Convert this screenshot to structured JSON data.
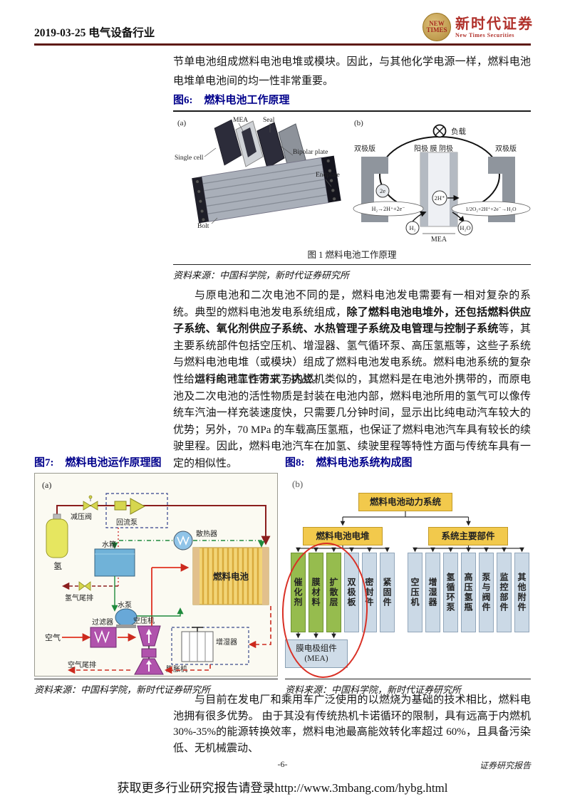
{
  "header": {
    "date_industry": "2019-03-25 电气设备行业",
    "logo": {
      "seal_top": "NEW",
      "seal_bottom": "TIMES",
      "brand_cn": "新时代证券",
      "brand_en": "New Times Securities"
    }
  },
  "body": {
    "p1": "节单电池组成燃料电池电堆或模块。因此，与其他化学电源一样，燃料电池电堆单电池间的均一性非常重要。",
    "p2_pre": "与原电池和二次电池不同的是，燃料电池发电需要有一相对复杂的系统。典型的燃料电池发电系统组成，",
    "p2_bold": "除了燃料电池电堆外，还包括燃料供应子系统、氧化剂供应子系统、水热管理子系统及电管理与控制子系统",
    "p2_post": "等，其主要系统部件包括空压机、增湿器、氢气循环泵、高压氢瓶等，这些子系统与燃料电池电堆（或模块）组成了燃料电池发电系统。燃料电池系统的复杂性给运行的可靠性带来了挑战。",
    "p3": "燃料电池工作方式与内燃机类似的，其燃料是在电池外携带的，而原电池及二次电池的活性物质是封装在电池内部，燃料电池所用的氢气可以像传统车汽油一样充装速度快，只需要几分钟时间，显示出比纯电动汽车较大的优势；另外，70 MPa 的车载高压氢瓶，也保证了燃料电池汽车具有较长的续驶里程。因此，燃料电池汽车在加氢、续驶里程等特性方面与传统车具有一定的相似性。",
    "p4": "与目前在发电厂和乘用车广泛使用的以燃烧为基础的技术相比，燃料电池拥有很多优势。 由于其没有传统热机卡诺循环的限制，具有远高于内燃机 30%-35%的能源转换效率，燃料电池最高能效转化率超过 60%，且具备污染低、无机械震动、"
  },
  "figure6": {
    "num": "图6:",
    "title": "燃料电池工作原理",
    "caption": "图 1  燃料电池工作原理",
    "source": "资料来源：中国科学院，新时代证券研究所",
    "panel_a": {
      "tag": "(a)",
      "mea": "MEA",
      "seal": "Seal",
      "single_cell": "Single cell",
      "bipolar_plate": "Bipolar plate",
      "endplate": "Endplate",
      "bolt": "Bolt"
    },
    "panel_b": {
      "tag": "(b)",
      "load": "负载",
      "bipolar_left": "双极版",
      "electrodes": "阳极 膜 阴极",
      "bipolar_right": "双极版",
      "e2": "2e",
      "h2plus": "2H⁺",
      "reaction_left": "H₂→2H⁺+2e⁻",
      "reaction_right": "1/2O₂+2H⁺+2e⁻→H₂O",
      "h2": "H₂",
      "h2o": "H₂O",
      "mea": "MEA"
    }
  },
  "figure7": {
    "num": "图7:",
    "title": "燃料电池运作原理图",
    "source": "资料来源：中国科学院，新时代证券研究所",
    "tag": "(a)",
    "labels": {
      "pressure_valve": "减压阀",
      "return_pump": "回流泵",
      "hydrogen": "氢",
      "water_tank": "水箱",
      "radiator": "散热器",
      "fuel_cell": "燃料电池",
      "h2_exhaust": "氢气尾排",
      "water_pump": "水泵",
      "humidifier": "增湿器",
      "air_compressor": "空压机",
      "filter": "过滤器",
      "air": "空气",
      "air_exhaust": "空气尾排",
      "expander": "膨胀机"
    }
  },
  "figure8": {
    "num": "图8:",
    "title": "燃料电池系统构成图",
    "source": "资料来源：中国科学院，新时代证券研究所",
    "tag": "(b)",
    "root": "燃料电池动力系统",
    "branch_left": "燃料电池电堆",
    "branch_right": "系统主要部件",
    "stack_items": [
      "催化剂",
      "膜材料",
      "扩散层",
      "双极板",
      "密封件",
      "紧固件"
    ],
    "system_items": [
      "空压机",
      "增湿器",
      "氢循环泵",
      "高压氢瓶",
      "泵与阀件",
      "监控部件",
      "其他附件"
    ],
    "mea_line1": "膜电极组件",
    "mea_line2": "(MEA)"
  },
  "footer": {
    "page_number": "-6-",
    "report_type": "证券研究报告",
    "link": "获取更多行业研究报告请登录http://www.3mbang.com/hybg.html"
  },
  "colors": {
    "figure_title": "#00008B",
    "brand_red": "#B0302A",
    "header_rule": "#5E1A14",
    "highlight_ellipse": "#D93025",
    "node_yellow": "#F2C94C",
    "node_green": "#96BC4E",
    "node_blue": "#CBD9E6"
  }
}
